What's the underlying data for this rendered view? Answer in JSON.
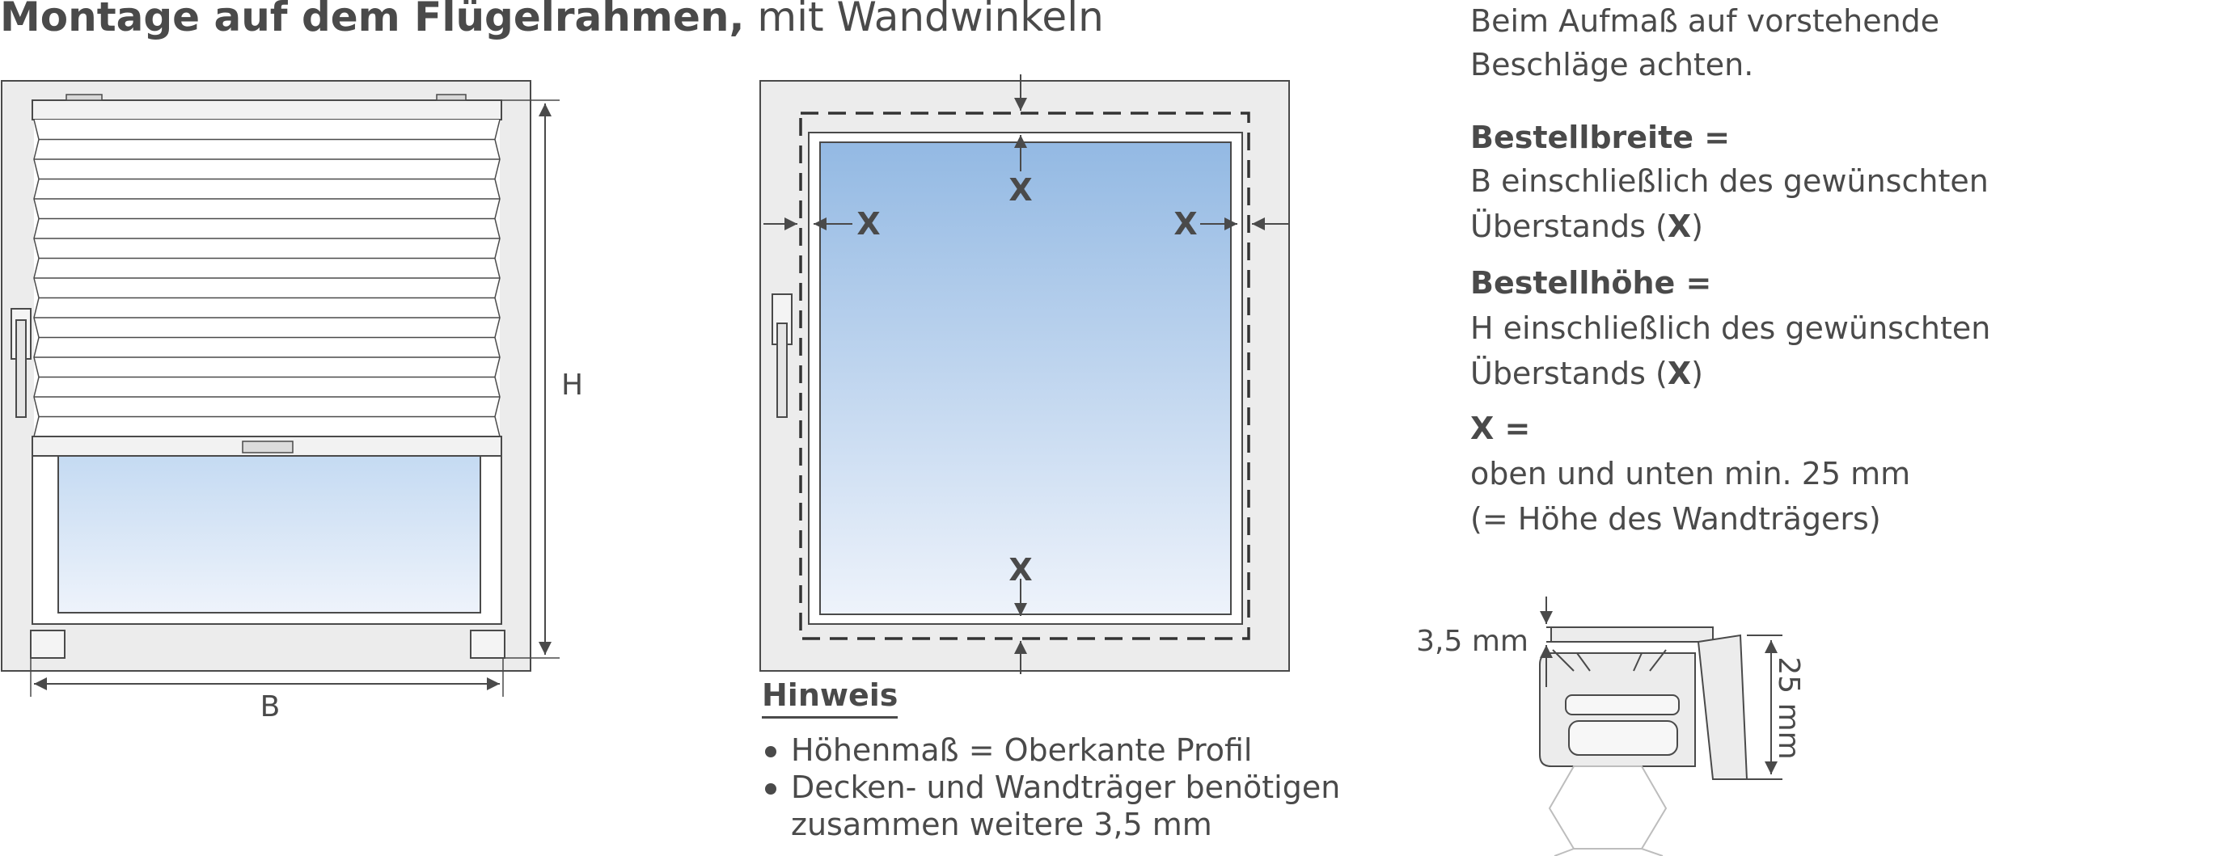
{
  "title": {
    "bold": "Montage auf dem Flügelrahmen,",
    "rest": " mit Wandwinkeln"
  },
  "left_diagram": {
    "width_label": "B",
    "height_label": "H"
  },
  "middle_diagram": {
    "x_label": "X"
  },
  "info": {
    "intro_line1": "Beim Aufmaß auf vorstehende",
    "intro_line2": "Beschläge achten.",
    "width_heading": "Bestellbreite =",
    "width_line1": "B einschließlich des gewünschten",
    "width_line2_pre": "Überstands (",
    "width_line2_x": "X",
    "width_line2_post": ")",
    "height_heading": "Bestellhöhe =",
    "height_line1": "H einschließlich des gewünschten",
    "height_line2_pre": "Überstands (",
    "height_line2_x": "X",
    "height_line2_post": ")",
    "x_heading": "X =",
    "x_line1": "oben und unten min. 25 mm",
    "x_line2": "(= Höhe des Wandträgers)"
  },
  "hinweis": {
    "title": "Hinweis",
    "notes": [
      "Höhenmaß = Oberkante Profil",
      "Decken- und Wandträger benötigen",
      "zusammen weitere 3,5 mm"
    ]
  },
  "profile": {
    "small_dim": "3,5 mm",
    "height_dim": "25 mm"
  },
  "colors": {
    "frame": "#ececec",
    "line": "#4a4a4a",
    "glass_top": "#93b9e3",
    "glass_bottom": "#eef3fb"
  }
}
